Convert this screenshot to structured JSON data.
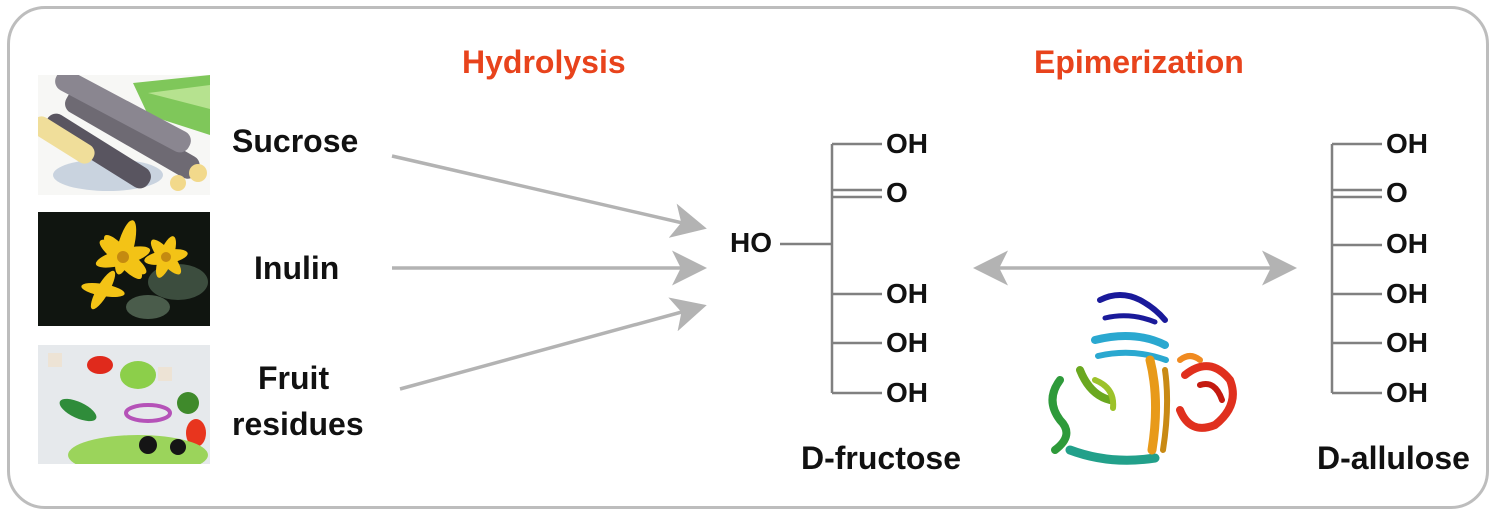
{
  "steps": {
    "hydrolysis": "Hydrolysis",
    "epimerization": "Epimerization"
  },
  "sources": [
    {
      "label": "Sucrose",
      "image": "sugarcane-photo"
    },
    {
      "label": "Inulin",
      "image": "jerusalem-artichoke-flower-photo"
    },
    {
      "label_line1": "Fruit",
      "label_line2": "residues",
      "image": "fruit-vegetable-salad-photo"
    }
  ],
  "fructose": {
    "name": "D-fructose",
    "left_group": "HO",
    "groups": [
      "OH",
      "O",
      "OH",
      "OH",
      "OH"
    ]
  },
  "allulose": {
    "name": "D-allulose",
    "groups": [
      "OH",
      "O",
      "OH",
      "OH",
      "OH",
      "OH"
    ]
  },
  "enzyme": {
    "image": "epimerase-protein-ribbon-structure"
  },
  "colors": {
    "step_label": "#e8431c",
    "arrow": "#b3b3b3",
    "bond": "#808080",
    "frame": "#bdbdbd",
    "text": "#111111"
  }
}
